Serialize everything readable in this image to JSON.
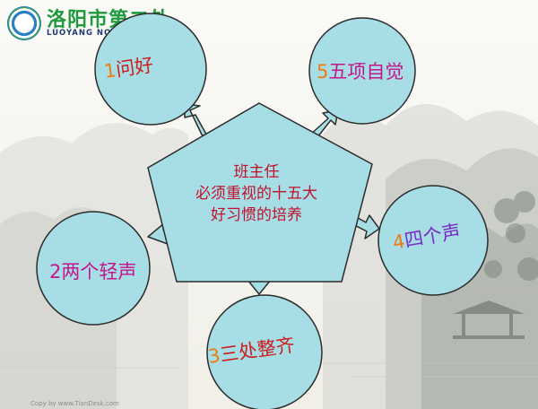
{
  "header": {
    "school_name": "洛阳市第二外",
    "school_en": "LUOYANG NO.2 FO"
  },
  "center": {
    "lines": [
      "班主任",
      "必须重视的十五大",
      "好习惯的培养"
    ]
  },
  "nodes": [
    {
      "id": "1",
      "num": "1",
      "text": "问好"
    },
    {
      "id": "5",
      "num": "5",
      "text": "五项自觉"
    },
    {
      "id": "4",
      "num": "4",
      "text": "四个声"
    },
    {
      "id": "2",
      "num": "2",
      "text": "两个轻声"
    },
    {
      "id": "3",
      "num": "3",
      "text": "三处整齐"
    }
  ],
  "watermark": "Copy by www.TianDesk.com",
  "colors": {
    "circle_fill": "#a7dee6",
    "pentagon_fill": "#a7dee6",
    "outline": "#2c2c2c",
    "center_text": "#c0102b",
    "number": "#f07a13",
    "school_green": "#1f9a3c"
  }
}
